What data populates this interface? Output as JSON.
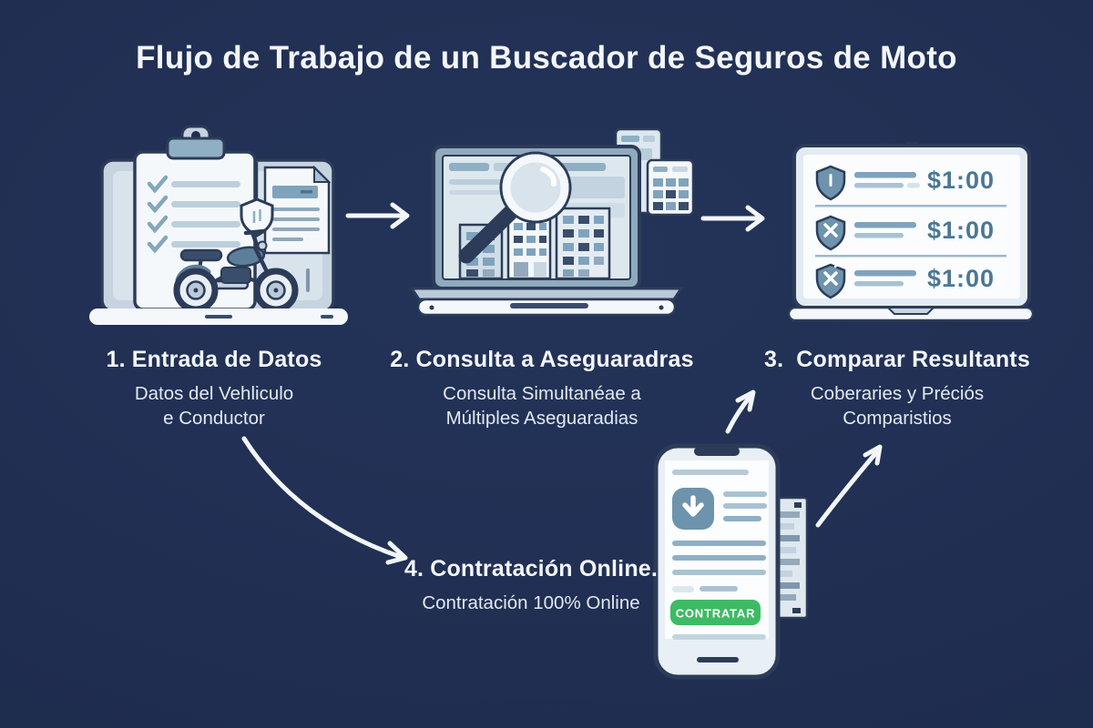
{
  "title": "Flujo de Trabajo de un Buscador de Seguros de Moto",
  "steps": [
    {
      "number": "1.",
      "title": "Entrada de Datos",
      "subtitle_line1": "Datos del Vehliculo",
      "subtitle_line2": "e Conductor"
    },
    {
      "number": "2.",
      "title": "Consulta a Aseguaradras",
      "subtitle_line1": "Consulta Simultanéae a",
      "subtitle_line2": "Múltiples Aseguaradias"
    },
    {
      "number": "3.",
      "title": "Comparar Resultants",
      "subtitle_line1": "Coberaries y Préciós",
      "subtitle_line2": "Comparistios"
    },
    {
      "number": "4.",
      "title": "Contratación Online.",
      "subtitle_line1": "Contratación 100% Online",
      "subtitle_line2": ""
    }
  ],
  "results_screen": {
    "rows": [
      {
        "icon": "shield-lock-icon",
        "price": "$1:00"
      },
      {
        "icon": "shield-x-icon",
        "price": "$1:00"
      },
      {
        "icon": "shield-x-icon",
        "price": "$1:00"
      }
    ]
  },
  "phone": {
    "cta_label": "CONTRATAR"
  },
  "icons": {
    "clipboard-icon": "checklist clipboard shape",
    "checkmark-icon": "✓",
    "shield-icon": "shield outline",
    "motorcycle-icon": "motorcycle side view",
    "document-icon": "page with folded corner",
    "magnifier-icon": "magnifying glass over buildings",
    "building-icon": "office building with windows",
    "monitor-icon": "screen with price list rows",
    "shield-x-icon": "shield with ✕",
    "shield-lock-icon": "shield with bar",
    "smartphone-icon": "phone with contract form",
    "shield-download-icon": "badge with ⬇ arrow",
    "receipt-icon": "paper slip strip",
    "arrow-icon": "→ hand-drawn white arrow"
  },
  "colors": {
    "background": "#1f2d50",
    "title_text": "#f3f6fa",
    "subtitle_text": "#e2e9f1",
    "arrow": "#f2f6f9",
    "illustration_outline": "#2c3c58",
    "illustration_white": "#f4f8fb",
    "illustration_steel_blue": "#6e93ad",
    "price_text": "#4b7795",
    "cta_green": "#3dbb64",
    "cta_text": "#ffffff"
  }
}
